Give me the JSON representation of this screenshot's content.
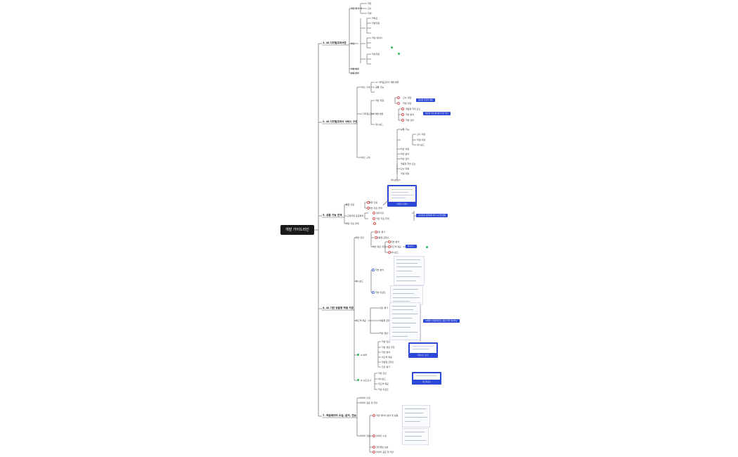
{
  "root": {
    "label": "개발 가이드라인"
  },
  "sections": [
    {
      "label": "1. AI 디지털교과서란"
    },
    {
      "label": "2. AI 디지털교과서 서비스 구성"
    },
    {
      "label": "3. 공통 기능 연계"
    },
    {
      "label": "4. AI 기반 맞춤형 학습 지원"
    },
    {
      "label": "7. 학습데이터 수집, 분석, 전송"
    }
  ],
  "tags": {
    "t1": "맞춤형 지원의 예를",
    "t2": "맞춤형 학습 에 대한 주요 학습",
    "t3": "교육과정 표준체계 관리 시스템 활용",
    "t4": "대시보드",
    "t5": "AI에게 이 예문에 맞는 활용 방법 제시필요"
  },
  "cards": {
    "c1": "디지털 교과서",
    "c2": "대시보드 보기",
    "c3": "학습리포트"
  },
  "labels": {
    "s1": [
      "개요 및 목적",
      "학습",
      "교사",
      "학생",
      "학부모",
      "특징",
      "학습지원",
      "학습 데이터",
      "개발 방향",
      "활용 전략"
    ],
    "s2": [
      "서비스 구성",
      "AI 디지털교과서 개발 범위",
      "공통 기능",
      "학습 지원",
      "대시보드",
      "교사 지원",
      "학생 지원",
      "맞춤형 학습 요소",
      "학습 분석",
      "학습 관리"
    ],
    "s3": [
      "통합 인증",
      "학습 자료 연계",
      "교육과정 표준체계",
      "성취기준",
      "학습 자료 연계"
    ],
    "s4": [
      "학습 진단",
      "진단 평가",
      "맞춤형 콘텐츠",
      "학습 경로 추천",
      "학습 분석",
      "피드백 제공",
      "대시보드",
      "AI 튜터",
      "AI 보조교사",
      "학습 리포트"
    ],
    "s7": [
      "데이터 수집",
      "데이터 표준 및 저장",
      "데이터 전송",
      "학습 데이터 분석 및 활용",
      "개인정보 보호"
    ]
  }
}
